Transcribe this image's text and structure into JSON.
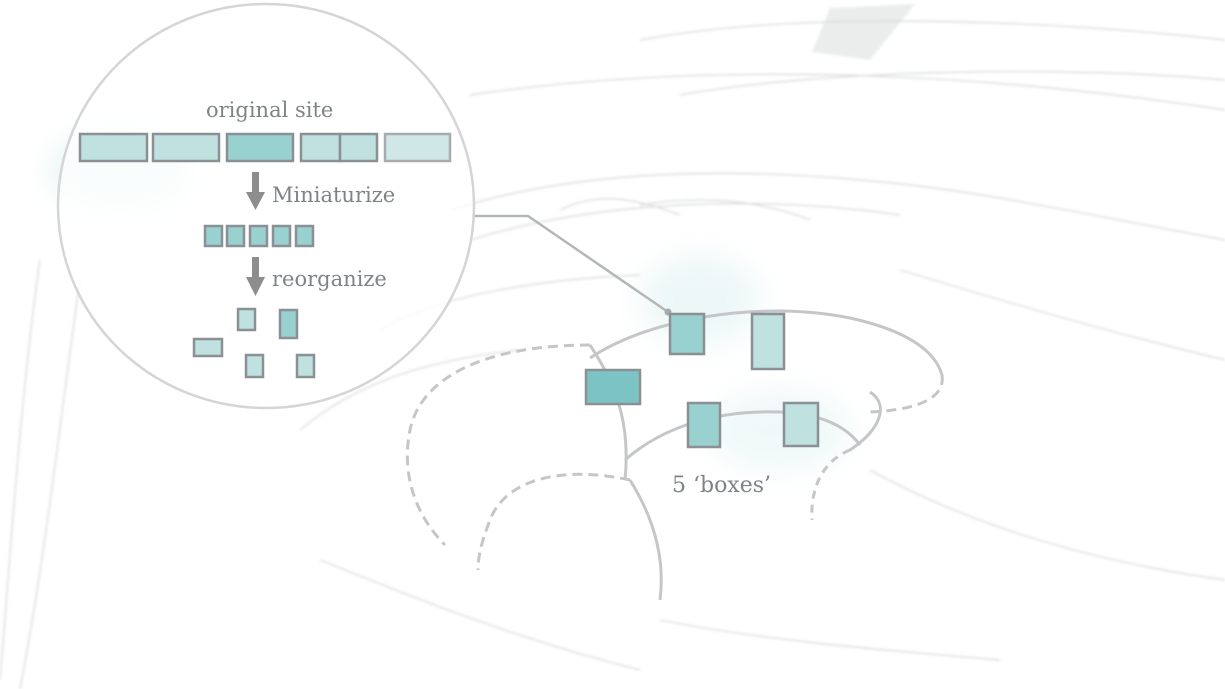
{
  "labels": {
    "original_site": "original site",
    "miniaturize": "Miniaturize",
    "reorganize": "reorganize",
    "boxes": "5 ‘boxes’"
  },
  "colors": {
    "box_fill": "#7cc3c4",
    "box_border": "#8a9093",
    "arrow": "#8d8d8d",
    "text": "#7e8486",
    "sketch": "#c9cbcc"
  },
  "icons": {
    "step_arrow": "down-arrow-icon"
  }
}
